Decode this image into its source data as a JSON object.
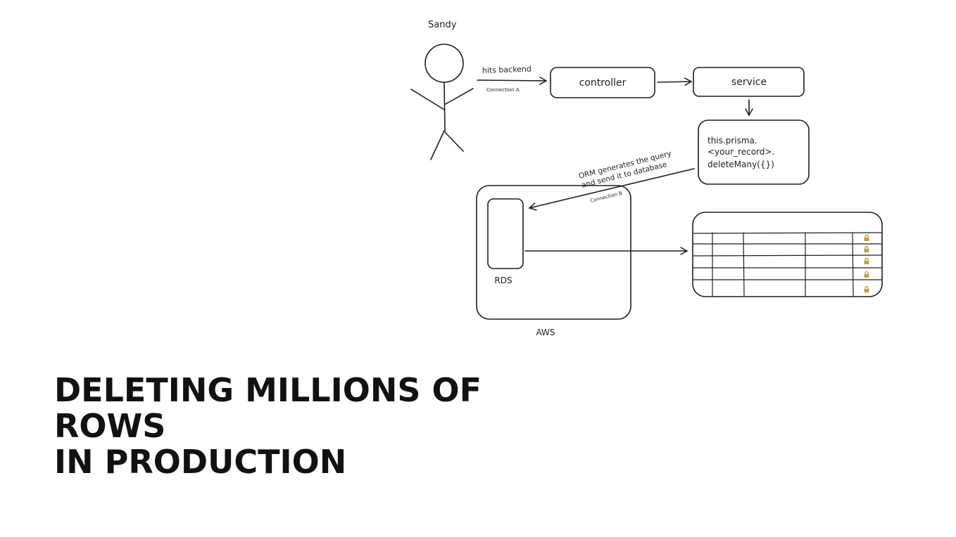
{
  "diagram": {
    "user_label": "Sandy",
    "arrow_hits_label": "hits backend",
    "connection_a_label": "Connection A",
    "controller_label": "controller",
    "service_label": "service",
    "code_lines": [
      "this.prisma.",
      "<your_record>.",
      "deleteMany({})"
    ],
    "orm_note_line1": "ORM generates the query",
    "orm_note_line2": "and send it to database",
    "connection_b_label": "Connection B",
    "rds_label": "RDS",
    "aws_label": "AWS",
    "table_rows_locked": 5,
    "lock_icon_name": "lock-icon",
    "lock_color": "#c9a227"
  },
  "headline": {
    "line1": "DELETING MILLIONS OF",
    "line2": "ROWS",
    "line3": "IN PRODUCTION"
  }
}
